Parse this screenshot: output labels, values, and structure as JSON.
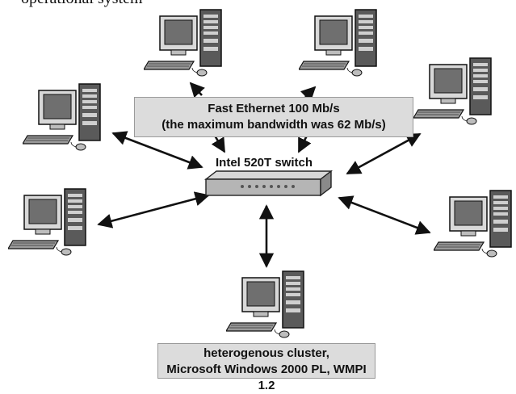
{
  "header_text": "operational system",
  "network_box": {
    "line1": "Fast Ethernet 100 Mb/s",
    "line2": "(the maximum bandwidth was 62 Mb/s)"
  },
  "switch": {
    "label": "Intel 520T switch",
    "port_count": 8
  },
  "cluster_box": {
    "line1": "heterogenous cluster,",
    "line2": "Microsoft Windows 2000 PL, WMPI 1.2"
  },
  "computers": [
    {
      "name": "pc-top-left"
    },
    {
      "name": "pc-top-center"
    },
    {
      "name": "pc-top-right"
    },
    {
      "name": "pc-upper-left"
    },
    {
      "name": "pc-mid-left"
    },
    {
      "name": "pc-mid-right"
    },
    {
      "name": "pc-bottom"
    }
  ],
  "colors": {
    "box_fill": "#dcdcdc",
    "monitor_screen": "#6f6f6f",
    "case_fill": "#5a5a5a",
    "arrow": "#111111"
  }
}
